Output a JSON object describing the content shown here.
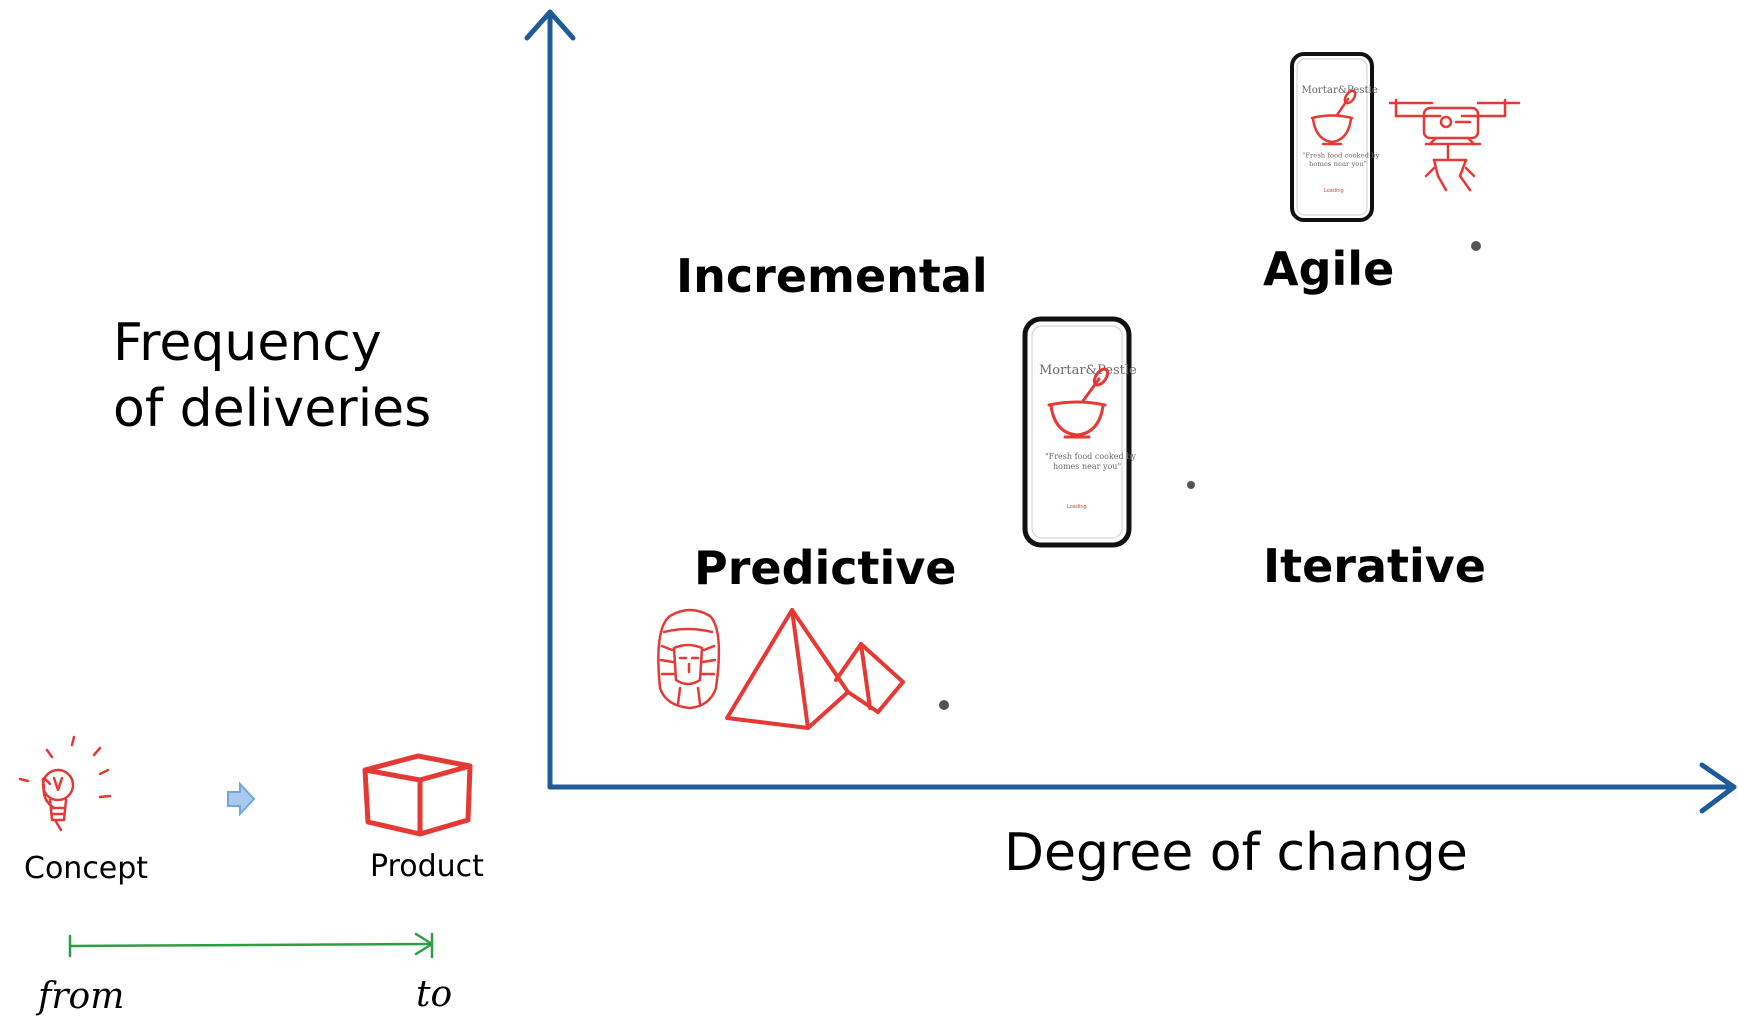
{
  "axes": {
    "y_label_line1": "Frequency",
    "y_label_line2": "of deliveries",
    "x_label": "Degree of change"
  },
  "quadrants": {
    "incremental": "Incremental",
    "agile": "Agile",
    "predictive": "Predictive",
    "iterative": "Iterative"
  },
  "phones": {
    "brand": "Mortar&Pestle",
    "tagline_line1": "\"Fresh food cooked by",
    "tagline_line2": "homes near you\"",
    "loading": "Loading"
  },
  "legend": {
    "concept": "Concept",
    "product": "Product",
    "from": "from",
    "to": "to"
  },
  "icons": {
    "pharaoh": "pharaoh-icon",
    "pyramids": "pyramids-icon",
    "mortar_pestle": "mortar-pestle-icon",
    "drone": "drone-icon",
    "lightbulb": "lightbulb-icon",
    "box": "box-icon",
    "arrow": "right-arrow-icon"
  },
  "colors": {
    "axis": "#1f5a99",
    "sketch": "#e53935",
    "timeline": "#2e9e44",
    "arrow": "#6fa8dc"
  }
}
